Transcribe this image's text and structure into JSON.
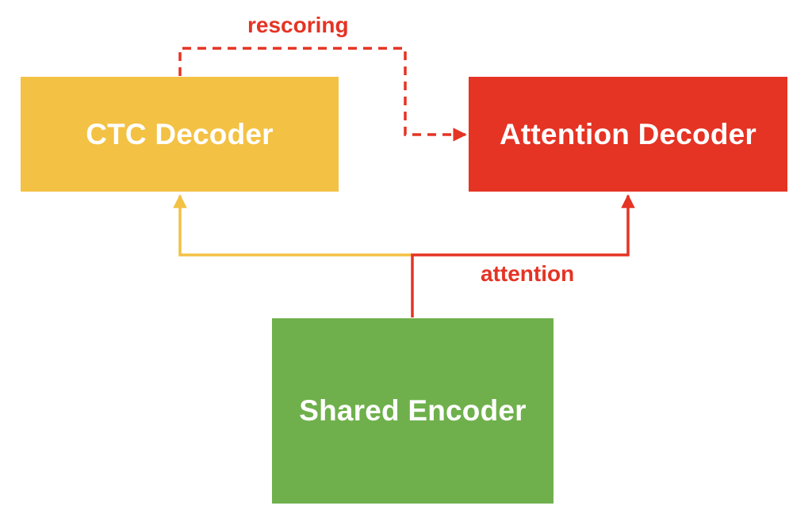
{
  "colors": {
    "ctc": "#F3C143",
    "attention": "#E53324",
    "encoder": "#6FB04C",
    "edge_label": "#E53324"
  },
  "nodes": {
    "ctc_decoder": "CTC Decoder",
    "attention_decoder": "Attention Decoder",
    "shared_encoder": "Shared Encoder"
  },
  "edges": {
    "rescoring": "rescoring",
    "attention": "attention"
  }
}
